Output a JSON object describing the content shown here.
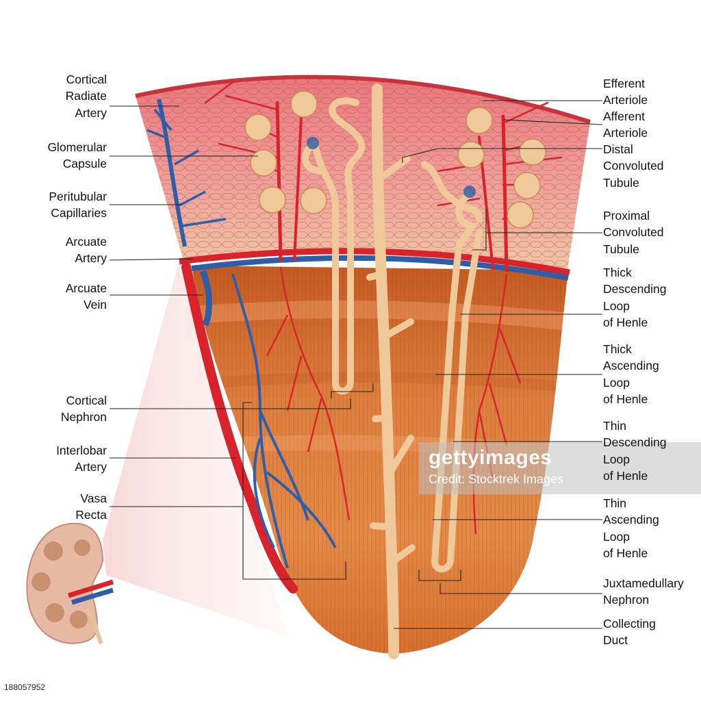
{
  "labels_left": [
    {
      "id": "cortical-radiate-artery",
      "text": "Cortical\nRadiate\nArtery"
    },
    {
      "id": "glomerular-capsule",
      "text": "Glomerular\nCapsule"
    },
    {
      "id": "peritubular-capillaries",
      "text": "Peritubular\nCapillaries"
    },
    {
      "id": "arcuate-artery",
      "text": "Arcuate\nArtery"
    },
    {
      "id": "arcuate-vein",
      "text": "Arcuate\nVein"
    },
    {
      "id": "cortical-nephron",
      "text": "Cortical\nNephron"
    },
    {
      "id": "interlobar-artery",
      "text": "Interlobar\nArtery"
    },
    {
      "id": "vasa-recta",
      "text": "Vasa\nRecta"
    }
  ],
  "labels_right": [
    {
      "id": "efferent-arteriole",
      "text": "Efferent\nArteriole"
    },
    {
      "id": "afferent-arteriole",
      "text": "Afferent\nArteriole"
    },
    {
      "id": "distal-convoluted-tubule",
      "text": "Distal\nConvoluted\nTubule"
    },
    {
      "id": "proximal-convoluted-tubule",
      "text": "Proximal\nConvoluted\nTubule"
    },
    {
      "id": "thick-descending-loop",
      "text": "Thick\nDescending\nLoop\nof Henle"
    },
    {
      "id": "thick-ascending-loop",
      "text": "Thick\nAscending\nLoop\nof Henle"
    },
    {
      "id": "thin-descending-loop",
      "text": "Thin\nDescending\nLoop\nof Henle"
    },
    {
      "id": "thin-ascending-loop",
      "text": "Thin\nAscending\nLoop\nof Henle"
    },
    {
      "id": "juxtamedullary-nephron",
      "text": "Juxtamedullary\nNephron"
    },
    {
      "id": "collecting-duct",
      "text": "Collecting\nDuct"
    }
  ],
  "watermark": {
    "brand": "gettyimages",
    "credit": "Credit: Stocktrek Images",
    "image_id": "188057952"
  },
  "colors": {
    "cortex": "#e8868a",
    "medulla": "#d9773c",
    "artery": "#d8232a",
    "vein": "#2f5ea8",
    "tubule": "#f0c99a",
    "line": "#222222"
  }
}
